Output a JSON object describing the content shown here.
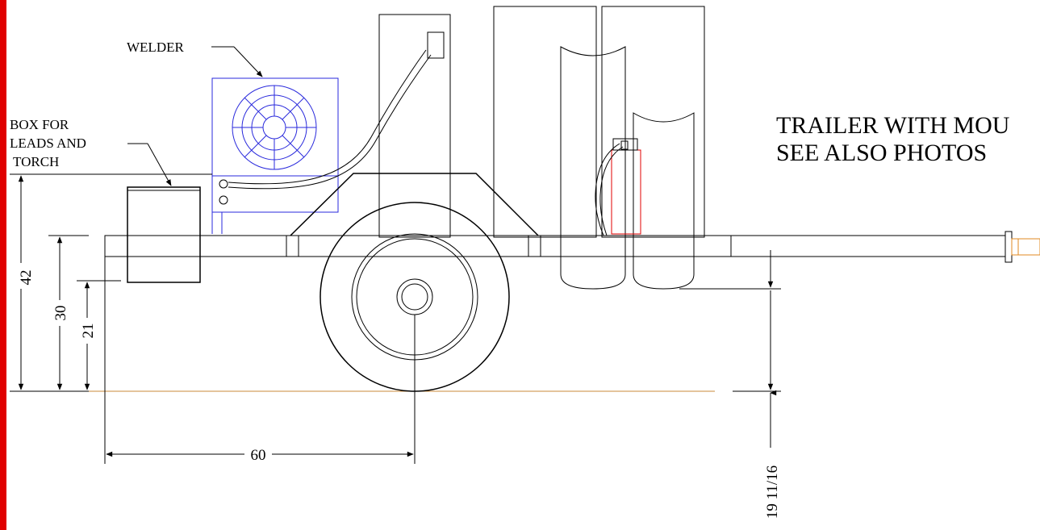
{
  "labels": {
    "welder": "WELDER",
    "box_line1": "BOX FOR",
    "box_line2": "LEADS AND",
    "box_line3": "TORCH",
    "title_line1": "TRAILER WITH MOU",
    "title_line2": "SEE ALSO PHOTOS"
  },
  "dimensions": {
    "d42": "42",
    "d30": "30",
    "d21": "21",
    "d60": "60",
    "d19": "19 11/16"
  },
  "colors": {
    "border": "#e00000",
    "welder_outline": "#2a2adc",
    "extinguisher": "#e00000",
    "ground_line": "#c8893a",
    "hitch": "#e08a20"
  }
}
